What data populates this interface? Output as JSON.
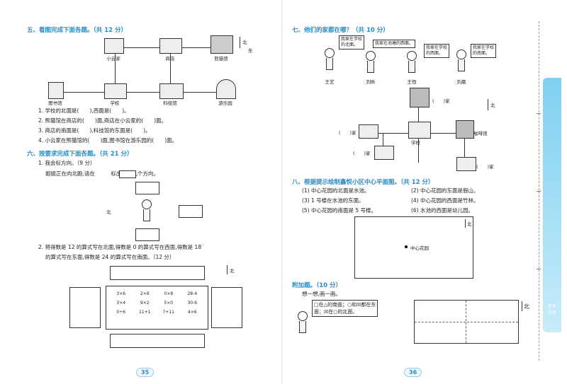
{
  "left": {
    "s5_title": "五、看图完成下面各题。（共 12 分）",
    "s5_compass": "北",
    "s5_east": "东",
    "s5_places": {
      "xiaoyun": "小云家",
      "shop": "商店",
      "panda": "熊猫馆",
      "library": "图书馆",
      "school": "学校",
      "tech": "科技馆",
      "park": "游乐园"
    },
    "s5_q1": "1. 学校的北面是(　　),西面是(　　)。",
    "s5_q2": "2. 熊猫馆在商店的(　　)面,商店在小云家的(　　)面。",
    "s5_q3": "3. 商店的南面是(　　),科技馆的东面是(　　)。",
    "s5_q4": "4. 小云家在熊猫馆的(　　)面,图书馆在游乐园的(　　)面。",
    "s6_title": "六、按要求完成下面各题。（共 21 分）",
    "s6_q1": "1. 我会标方向。（9 分）",
    "s6_q1_text": "姐姐正在向北跑,请在　　　标出另外几个方向。",
    "s6_north": "北",
    "s6_q2_l1": "2. 将得数是 12 的算式写在北面,得数是 0 的算式写在西面,得数是 18",
    "s6_q2_l2": "的算式写在东面,得数是 24 的算式写在南面。（12 分）",
    "s6_q2_north": "北",
    "expressions": [
      "3×6",
      "2×6",
      "0×8",
      "28-4",
      "3×4",
      "9×2",
      "5×0",
      "30-6",
      "0÷6",
      "11+1",
      "7+11",
      "4×6"
    ],
    "page_num": "35"
  },
  "right": {
    "s7_title": "七、他们的家都在哪？（共 10 分）",
    "kids": [
      {
        "name": "王艺",
        "say": "我家在学校\n的北面。"
      },
      {
        "name": "刘昕",
        "say": "我家在池塘的西面。"
      },
      {
        "name": "王恒",
        "say": "我家在学校\n的西面。"
      },
      {
        "name": "刘晨",
        "say": "我家在学校\n的南面。"
      }
    ],
    "s7_north": "北",
    "s7_blank_jia": "(　　)家",
    "s7_school": "学校",
    "s7_coffee": "咖啡馆",
    "s8_title": "八、根据提示绘制鑫悦小区中心平面图。（共 12 分）",
    "s8_hints": [
      "(1) 中心花园的北面是水池。",
      "(2) 中心花园的东面是假山。",
      "(3) 1 号楼在水池的东面。",
      "(4) 中心花园的西面是竹林。",
      "(5) 中心花园的南面是 5 号楼。",
      "(6) 水池的西面是幼儿园。"
    ],
    "s8_center": "中心花园",
    "s8_north": "北",
    "extra_title": "附加题。（10 分）",
    "extra_sub": "想一想,画一画。",
    "extra_bubble_l1": "□在△的南面；○和☒都在东",
    "extra_bubble_l2": "面；☒在○的北面。",
    "extra_north": "北",
    "page_num": "36"
  },
  "sidebar": {
    "label": "步步\n过关"
  }
}
